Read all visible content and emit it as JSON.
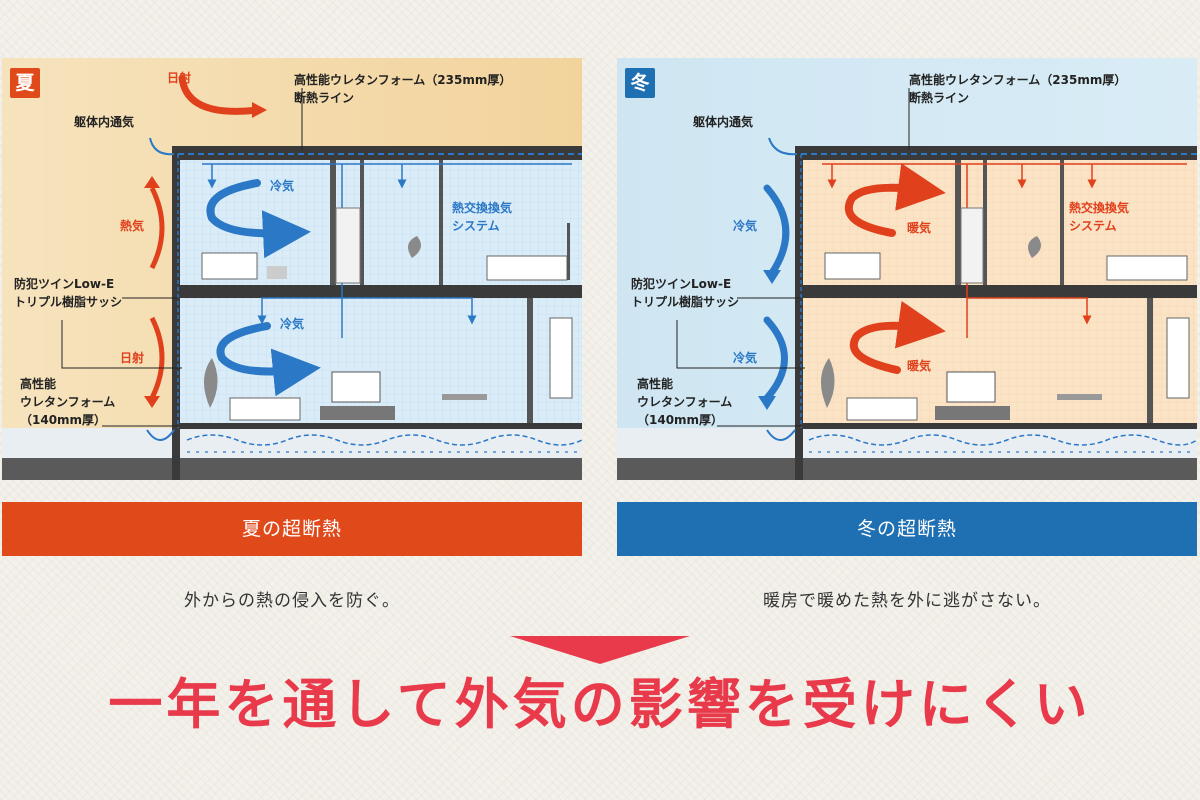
{
  "summer": {
    "badge": "夏",
    "labels": {
      "sunlight_top": "日射",
      "urethane_roof": "高性能ウレタンフォーム（235mm厚）",
      "insulation_line": "断熱ライン",
      "wall_ventilation": "躯体内通気",
      "hot_air": "熱気",
      "cool_air_upper": "冷気",
      "hrv_line1": "熱交換換気",
      "hrv_line2": "システム",
      "sash_line1": "防犯ツインLow-E",
      "sash_line2": "トリプル樹脂サッシ",
      "sunlight_bottom": "日射",
      "cool_air_lower": "冷気",
      "urethane_wall_line1": "高性能",
      "urethane_wall_line2": "ウレタンフォーム",
      "urethane_wall_line3": "（140mm厚）"
    },
    "banner": "夏の超断熱",
    "caption": "外からの熱の侵入を防ぐ。",
    "colors": {
      "badge": "#e04a1b",
      "banner": "#e04a1b",
      "background": "#f4d9a8",
      "room": "#d9ecf8",
      "flow": "#2b78c6"
    }
  },
  "winter": {
    "badge": "冬",
    "labels": {
      "urethane_roof": "高性能ウレタンフォーム（235mm厚）",
      "insulation_line": "断熱ライン",
      "wall_ventilation": "躯体内通気",
      "cool_air_upper": "冷気",
      "warm_air_upper": "暖気",
      "hrv_line1": "熱交換換気",
      "hrv_line2": "システム",
      "sash_line1": "防犯ツインLow-E",
      "sash_line2": "トリプル樹脂サッシ",
      "cool_air_lower": "冷気",
      "warm_air_lower": "暖気",
      "urethane_wall_line1": "高性能",
      "urethane_wall_line2": "ウレタンフォーム",
      "urethane_wall_line3": "（140mm厚）"
    },
    "banner": "冬の超断熱",
    "caption": "暖房で暖めた熱を外に逃がさない。",
    "colors": {
      "badge": "#1f6fb3",
      "banner": "#1f6fb3",
      "background": "#cfe6f2",
      "room": "#fbe3c6",
      "flow": "#e0401b"
    }
  },
  "arrow_color": "#e83a4a",
  "headline": "一年を通して外気の影響を受けにくい"
}
